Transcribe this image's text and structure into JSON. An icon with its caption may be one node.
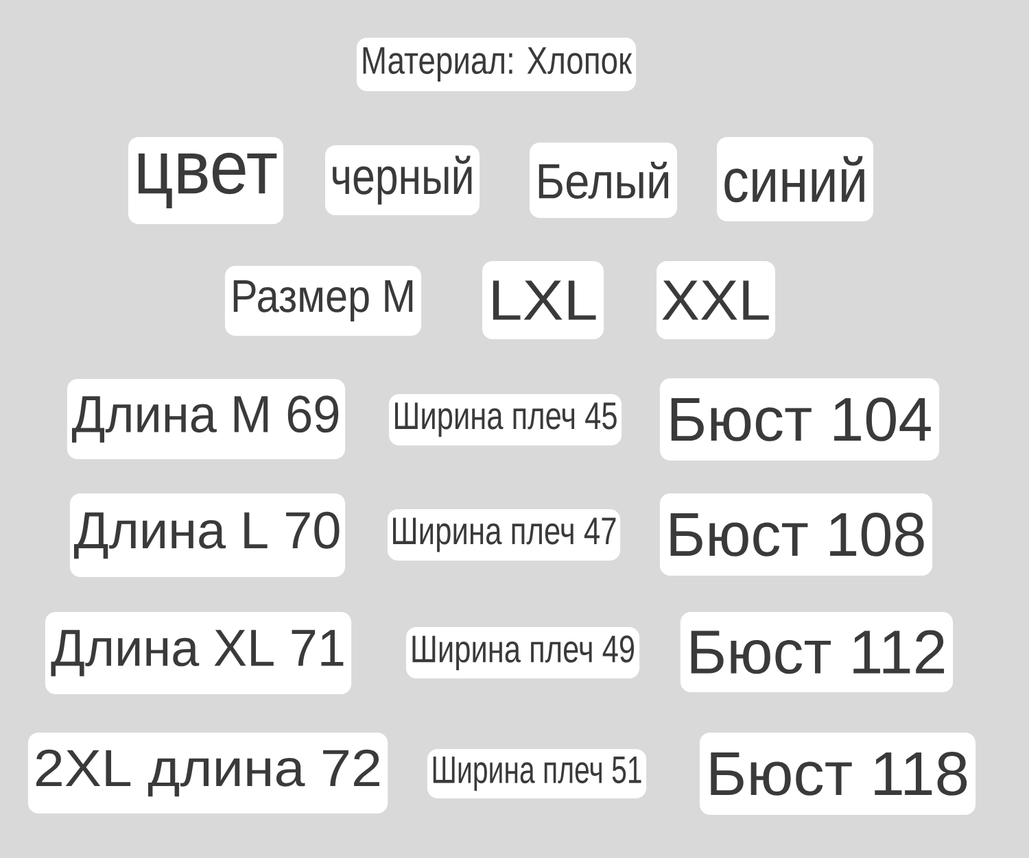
{
  "diagram": {
    "nodes": [
      {
        "text": [
          "Материал: Хлопок"
        ]
      },
      {
        "text": [
          "цвет"
        ]
      },
      {
        "text": [
          "черный"
        ]
      },
      {
        "text": [
          "Белый"
        ]
      },
      {
        "text": [
          "синий"
        ]
      },
      {
        "text": [
          "Размер М"
        ]
      },
      {
        "text": [
          "LXL"
        ]
      },
      {
        "text": [
          "XXL"
        ]
      },
      {
        "text": [
          "Длина М 69"
        ]
      },
      {
        "text": [
          "Ширина плеч 45"
        ]
      },
      {
        "text": [
          "Бюст 104"
        ]
      },
      {
        "text": [
          "Длина L 70"
        ]
      },
      {
        "text": [
          "Ширина плеч 47"
        ]
      },
      {
        "text": [
          "Бюст 108"
        ]
      },
      {
        "text": [
          "Длина XL 71"
        ]
      },
      {
        "text": [
          "Ширина плеч 49"
        ]
      },
      {
        "text": [
          "Бюст 112"
        ]
      },
      {
        "text": [
          "2XL длина 72"
        ]
      },
      {
        "text": [
          "Ширина плеч 51"
        ]
      },
      {
        "text": [
          "Бюст 118"
        ]
      }
    ]
  }
}
